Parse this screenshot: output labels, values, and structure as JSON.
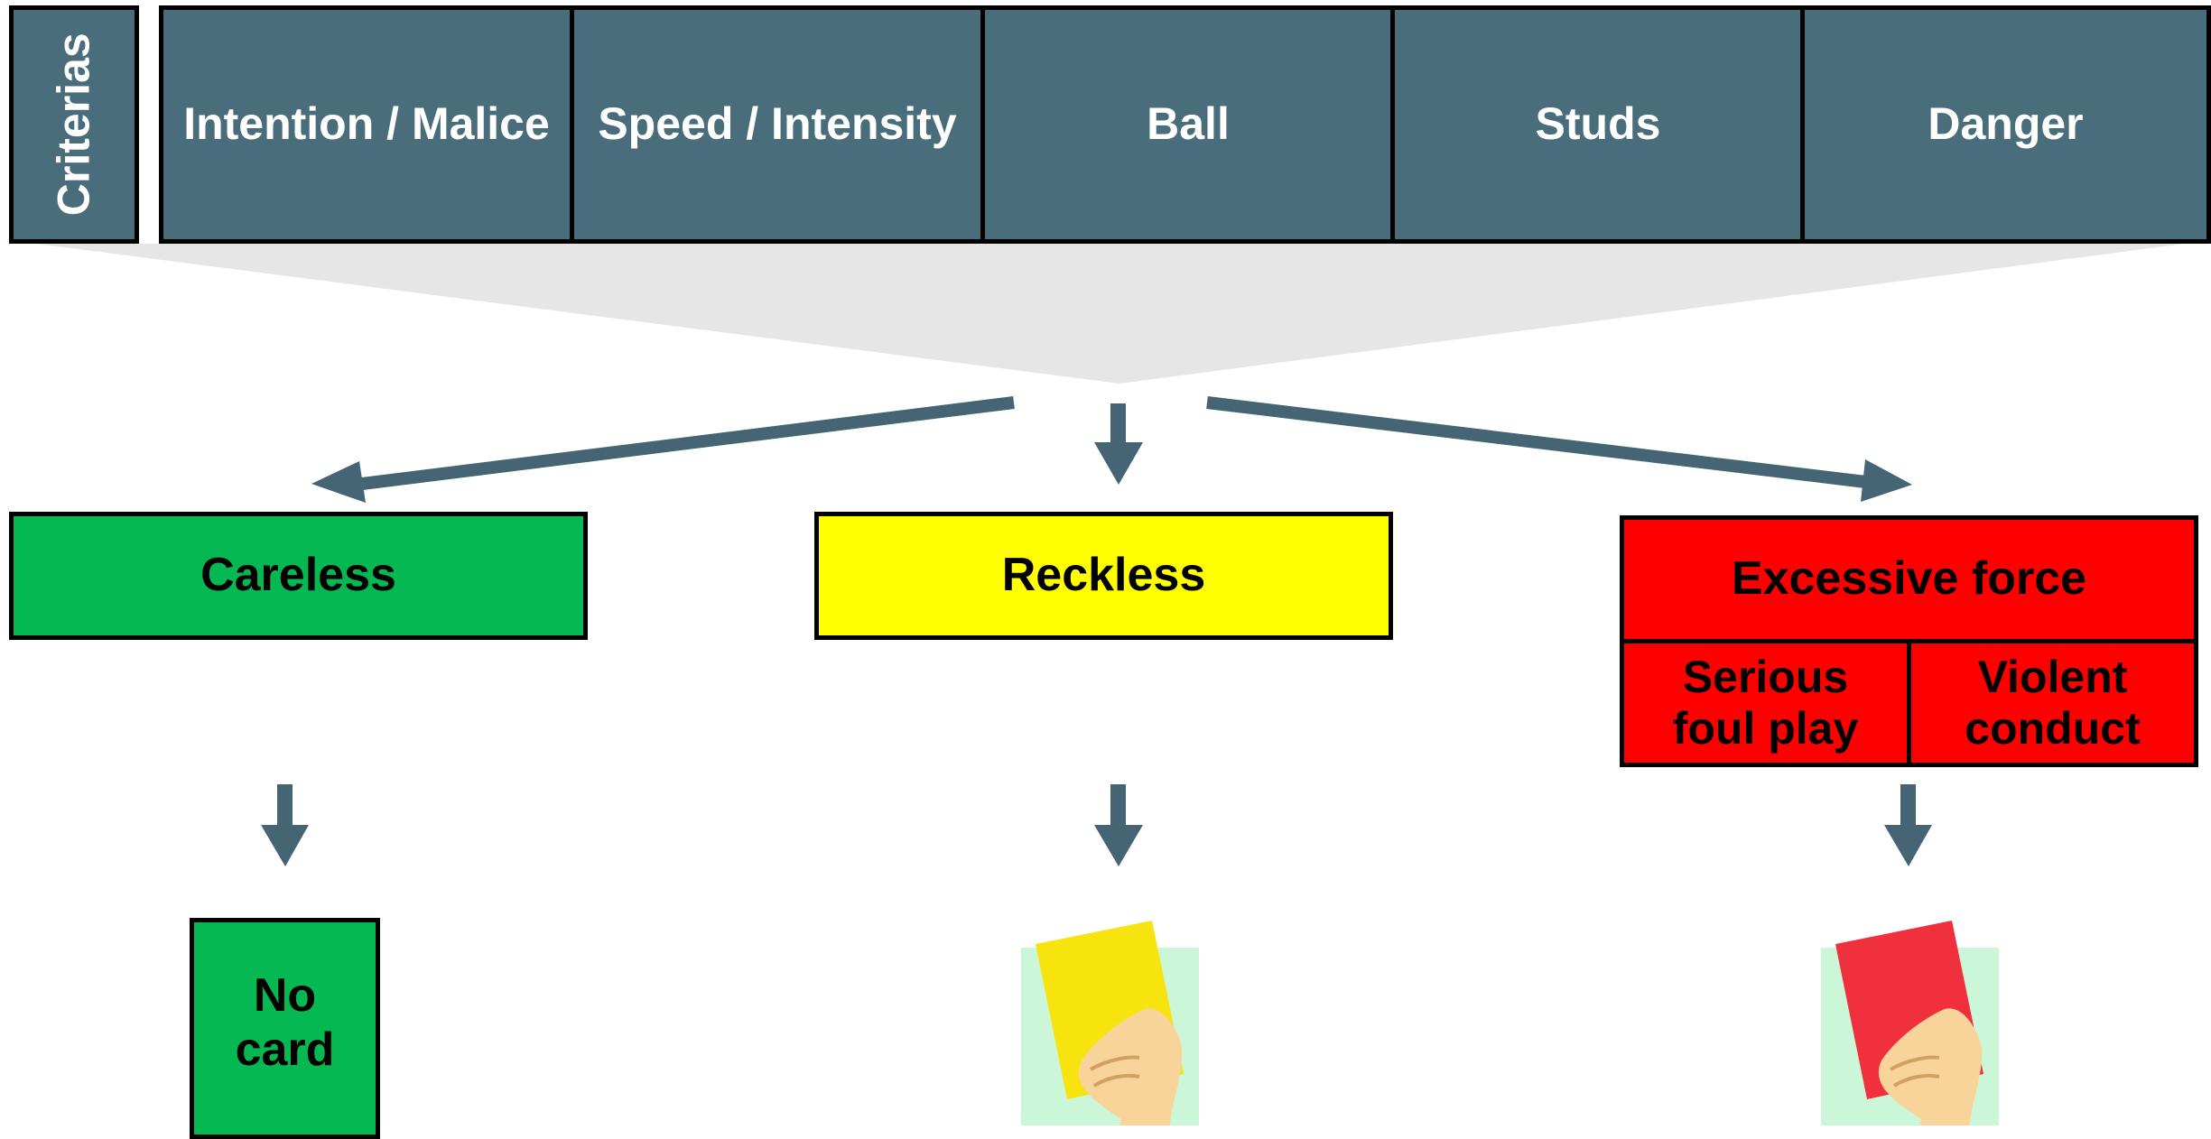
{
  "criteria": {
    "label": "Criterias",
    "items": [
      "Intention / Malice",
      "Speed / Intensity",
      "Ball",
      "Studs",
      "Danger"
    ]
  },
  "categories": {
    "careless": {
      "label": "Careless",
      "outcome": "No card"
    },
    "reckless": {
      "label": "Reckless",
      "outcome": "yellow card"
    },
    "excessive": {
      "label": "Excessive force",
      "sub": [
        "Serious foul play",
        "Violent conduct"
      ],
      "outcome": "red card"
    }
  },
  "colors": {
    "header": "#4a6d7c",
    "arrow": "#466574",
    "funnel": "#e6e6e6",
    "careless": "#05b852",
    "reckless": "#ffff00",
    "excessive": "#ff0000",
    "yellow_card": "#f7e30e",
    "red_card": "#f1303e",
    "card_bg": "#ccf6d8",
    "skin": "#f8d49a"
  },
  "icons": [
    "arrow-down-icon",
    "arrow-diagonal-icon",
    "yellow-card-icon",
    "red-card-icon"
  ]
}
